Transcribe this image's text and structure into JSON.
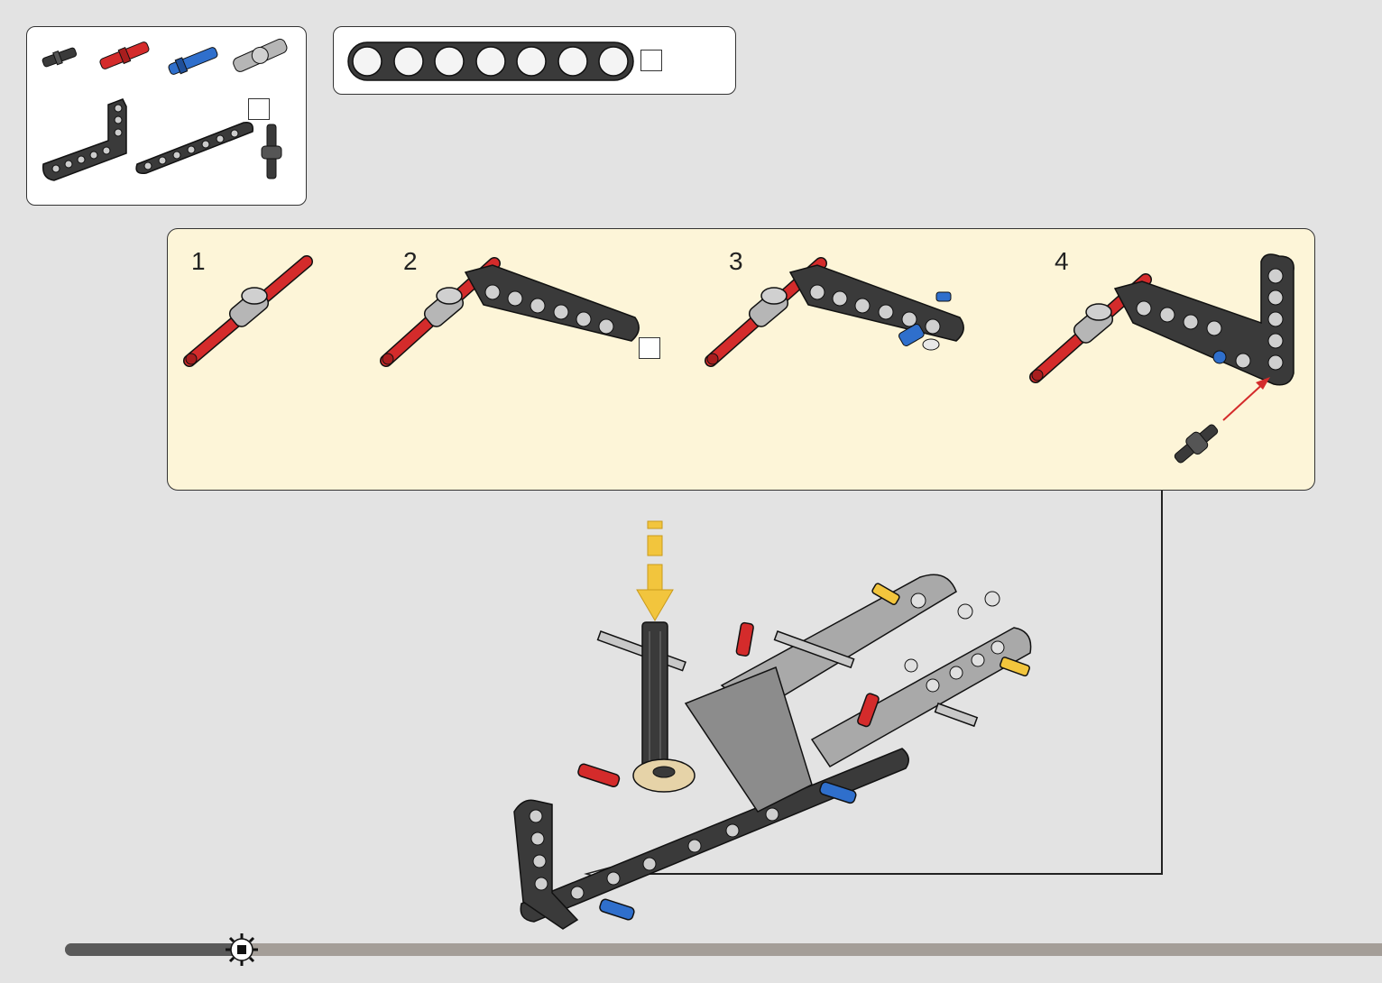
{
  "steps": [
    {
      "number": "1"
    },
    {
      "number": "2"
    },
    {
      "number": "3"
    },
    {
      "number": "4"
    }
  ],
  "colors": {
    "background": "#e3e3e3",
    "step_panel": "#fdf5d8",
    "beam_dark": "#3a3a3a",
    "pin_red": "#d42b2b",
    "pin_blue": "#2f6fcc",
    "axle_yellow": "#f2c53d",
    "progress_fill": "#5a5a5a",
    "progress_track": "#a49e98"
  },
  "progress": {
    "fraction": 0.14
  }
}
